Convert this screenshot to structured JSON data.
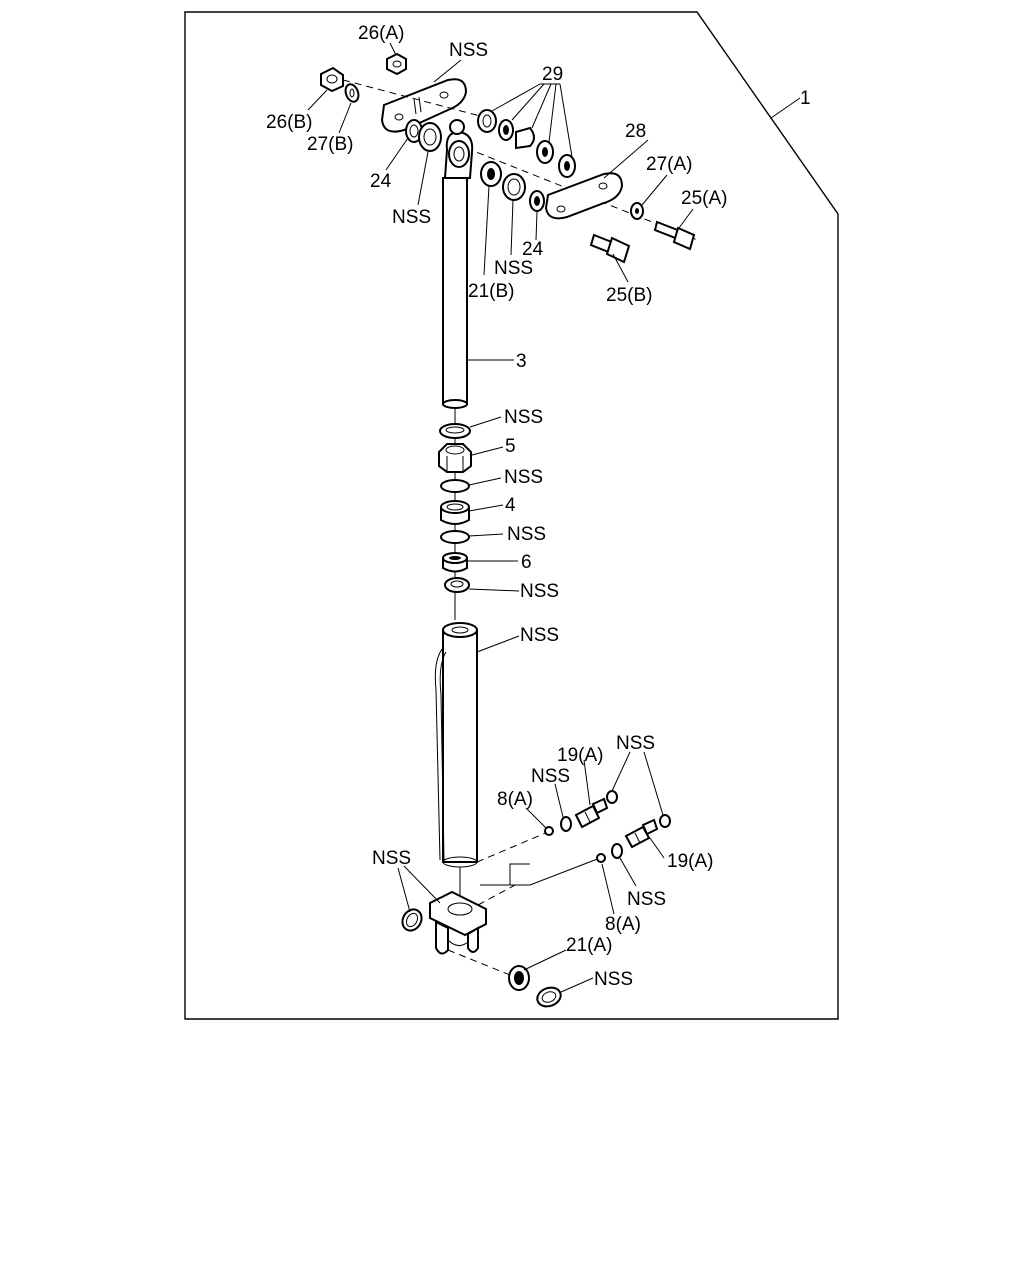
{
  "labels": {
    "l_1": "1",
    "l_26A": "26(A)",
    "l_nss_top": "NSS",
    "l_29": "29",
    "l_26B": "26(B)",
    "l_27B": "27(B)",
    "l_24_left": "24",
    "l_nss_left": "NSS",
    "l_28": "28",
    "l_27A": "27(A)",
    "l_25A": "25(A)",
    "l_24_mid": "24",
    "l_nss_mid": "NSS",
    "l_21B": "21(B)",
    "l_25B": "25(B)",
    "l_3": "3",
    "l_nss_a": "NSS",
    "l_5": "5",
    "l_nss_b": "NSS",
    "l_4": "4",
    "l_nss_c": "NSS",
    "l_6": "6",
    "l_nss_d": "NSS",
    "l_nss_tube": "NSS",
    "l_19A_top": "19(A)",
    "l_nss_r1": "NSS",
    "l_nss_r2": "NSS",
    "l_8A_top": "8(A)",
    "l_19A_bot": "19(A)",
    "l_nss_r3": "NSS",
    "l_8A_bot": "8(A)",
    "l_nss_bl": "NSS",
    "l_21A": "21(A)",
    "l_nss_bottom": "NSS"
  }
}
